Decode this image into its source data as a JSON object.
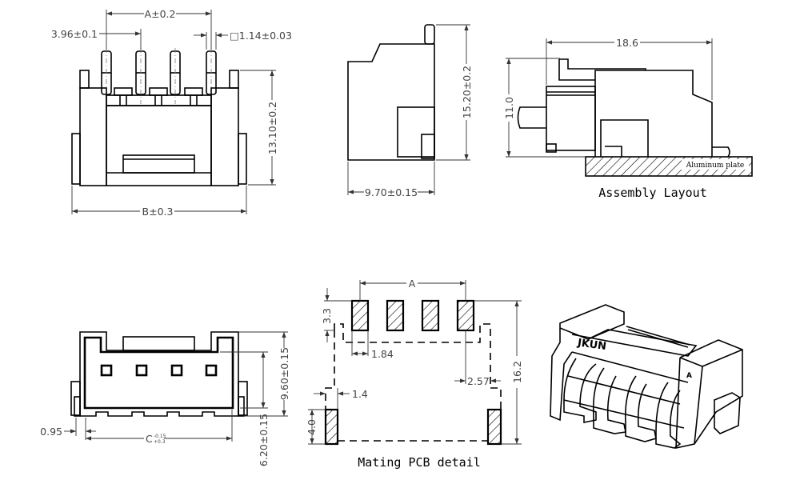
{
  "front_view": {
    "dim_a": "A±0.2",
    "dim_pitch": "3.96±0.1",
    "dim_pin": "□1.14±0.03",
    "dim_height": "13.10±0.2",
    "dim_b": "B±0.3"
  },
  "side_view": {
    "dim_height": "15.20±0.2",
    "dim_depth": "9.70±0.15"
  },
  "assembly": {
    "dim_length": "18.6",
    "dim_height": "11.0",
    "plate_label": "Aluminum plate",
    "caption": "Assembly Layout"
  },
  "bottom_view": {
    "dim_095": "0.95",
    "dim_c": "C",
    "dim_c_tol_top": "-0.15",
    "dim_c_tol_bottom": "+0.3",
    "dim_960": "9.60±0.15",
    "dim_620": "6.20±0.15"
  },
  "pcb": {
    "dim_a": "A",
    "dim_33": "3.3",
    "dim_184": "1.84",
    "dim_257": "2.57",
    "dim_14": "1.4",
    "dim_40": "4.0",
    "dim_162": "16.2",
    "caption": "Mating PCB detail"
  },
  "iso_view": {
    "logo": "JKUN",
    "pin_mark": "A"
  }
}
